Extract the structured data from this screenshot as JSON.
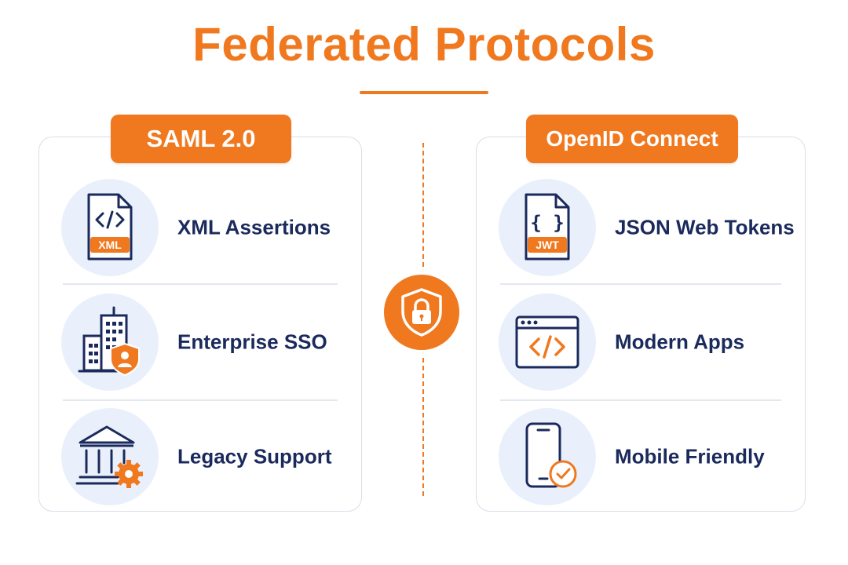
{
  "title": "Federated Protocols",
  "colors": {
    "accent": "#f0781e",
    "navy": "#1b2a5c",
    "icon_bg": "#e9f0fb"
  },
  "left_panel": {
    "heading": "SAML 2.0",
    "items": [
      {
        "label": "XML Assertions",
        "icon": "xml-document-icon",
        "badge": "XML"
      },
      {
        "label": "Enterprise SSO",
        "icon": "building-shield-icon"
      },
      {
        "label": "Legacy Support",
        "icon": "institution-gear-icon"
      }
    ]
  },
  "right_panel": {
    "heading": "OpenID Connect",
    "items": [
      {
        "label": "JSON Web Tokens",
        "icon": "jwt-document-icon",
        "badge": "JWT"
      },
      {
        "label": "Modern Apps",
        "icon": "browser-code-icon"
      },
      {
        "label": "Mobile Friendly",
        "icon": "mobile-check-icon"
      }
    ]
  },
  "center": {
    "icon": "shield-lock-icon"
  }
}
